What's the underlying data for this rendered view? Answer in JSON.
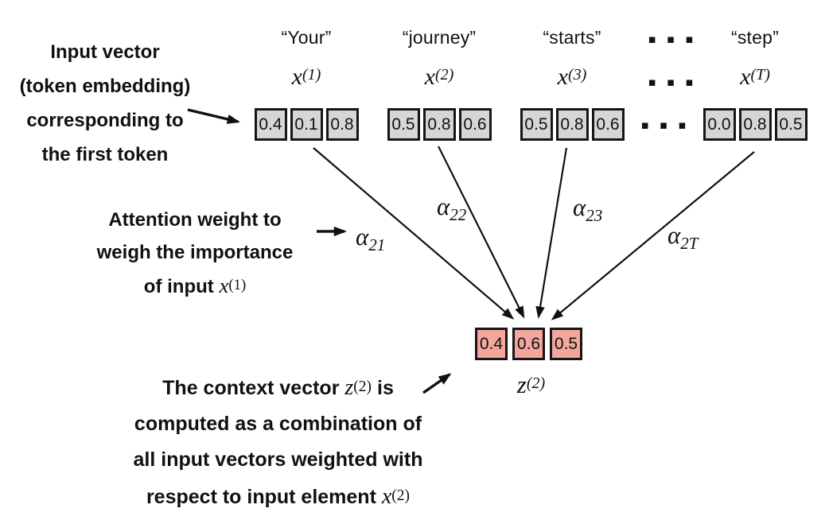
{
  "colors": {
    "bg": "#ffffff",
    "ink": "#111111",
    "cell-gray": "#d6d6d6",
    "cell-pink": "#f2a69c"
  },
  "tokens": [
    {
      "word": "“Your”",
      "symbol": "x",
      "sup": "(1)",
      "values": [
        "0.4",
        "0.1",
        "0.8"
      ]
    },
    {
      "word": "“journey”",
      "symbol": "x",
      "sup": "(2)",
      "values": [
        "0.5",
        "0.8",
        "0.6"
      ]
    },
    {
      "word": "“starts”",
      "symbol": "x",
      "sup": "(3)",
      "values": [
        "0.5",
        "0.8",
        "0.6"
      ]
    },
    {
      "word": "“step”",
      "symbol": "x",
      "sup": "(T)",
      "values": [
        "0.0",
        "0.8",
        "0.5"
      ]
    }
  ],
  "ellipsis": "▪ ▪ ▪",
  "alphas": [
    {
      "base": "α",
      "sub": "21"
    },
    {
      "base": "α",
      "sub": "22"
    },
    {
      "base": "α",
      "sub": "23"
    },
    {
      "base": "α",
      "sub": "2T"
    }
  ],
  "context_vector": {
    "symbol": "z",
    "sup": "(2)",
    "values": [
      "0.4",
      "0.6",
      "0.5"
    ]
  },
  "notes": {
    "input": {
      "lines": [
        "Input vector",
        "(token embedding)",
        "corresponding to",
        "the first token"
      ]
    },
    "attention": {
      "line1": "Attention weight to",
      "line2": "weigh the importance",
      "line3_pre": "of input ",
      "math": "x",
      "sup": "(1)"
    },
    "context": {
      "line1_pre": "The context vector ",
      "math1": "z",
      "sup1": "(2)",
      "line1_post": " is",
      "line2": "computed as a combination of",
      "line3": "all input vectors weighted with",
      "line4_pre": "respect to input element ",
      "math2": "x",
      "sup2": "(2)"
    }
  }
}
